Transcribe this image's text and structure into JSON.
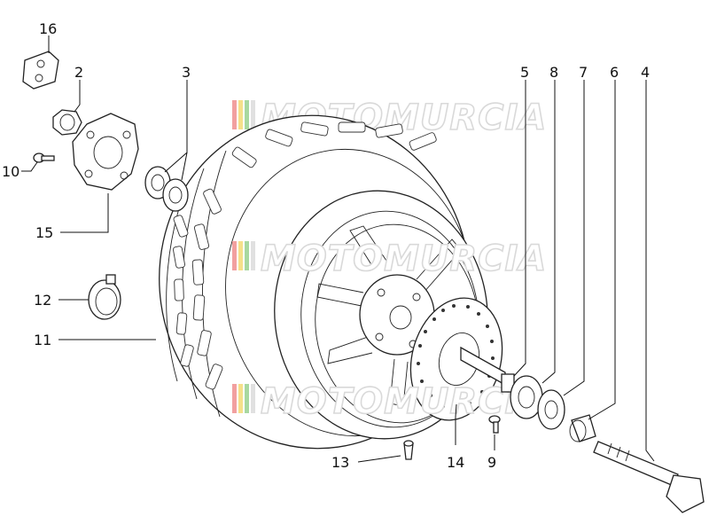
{
  "watermark": "MOTOMURCIA",
  "watermark_colors": [
    "#f2a0a0",
    "#f5e08a",
    "#a8d8a0",
    "#e0e0e0"
  ],
  "callouts": [
    "16",
    "2",
    "3",
    "10",
    "15",
    "12",
    "11",
    "13",
    "14",
    "9",
    "5",
    "8",
    "7",
    "6",
    "4"
  ]
}
